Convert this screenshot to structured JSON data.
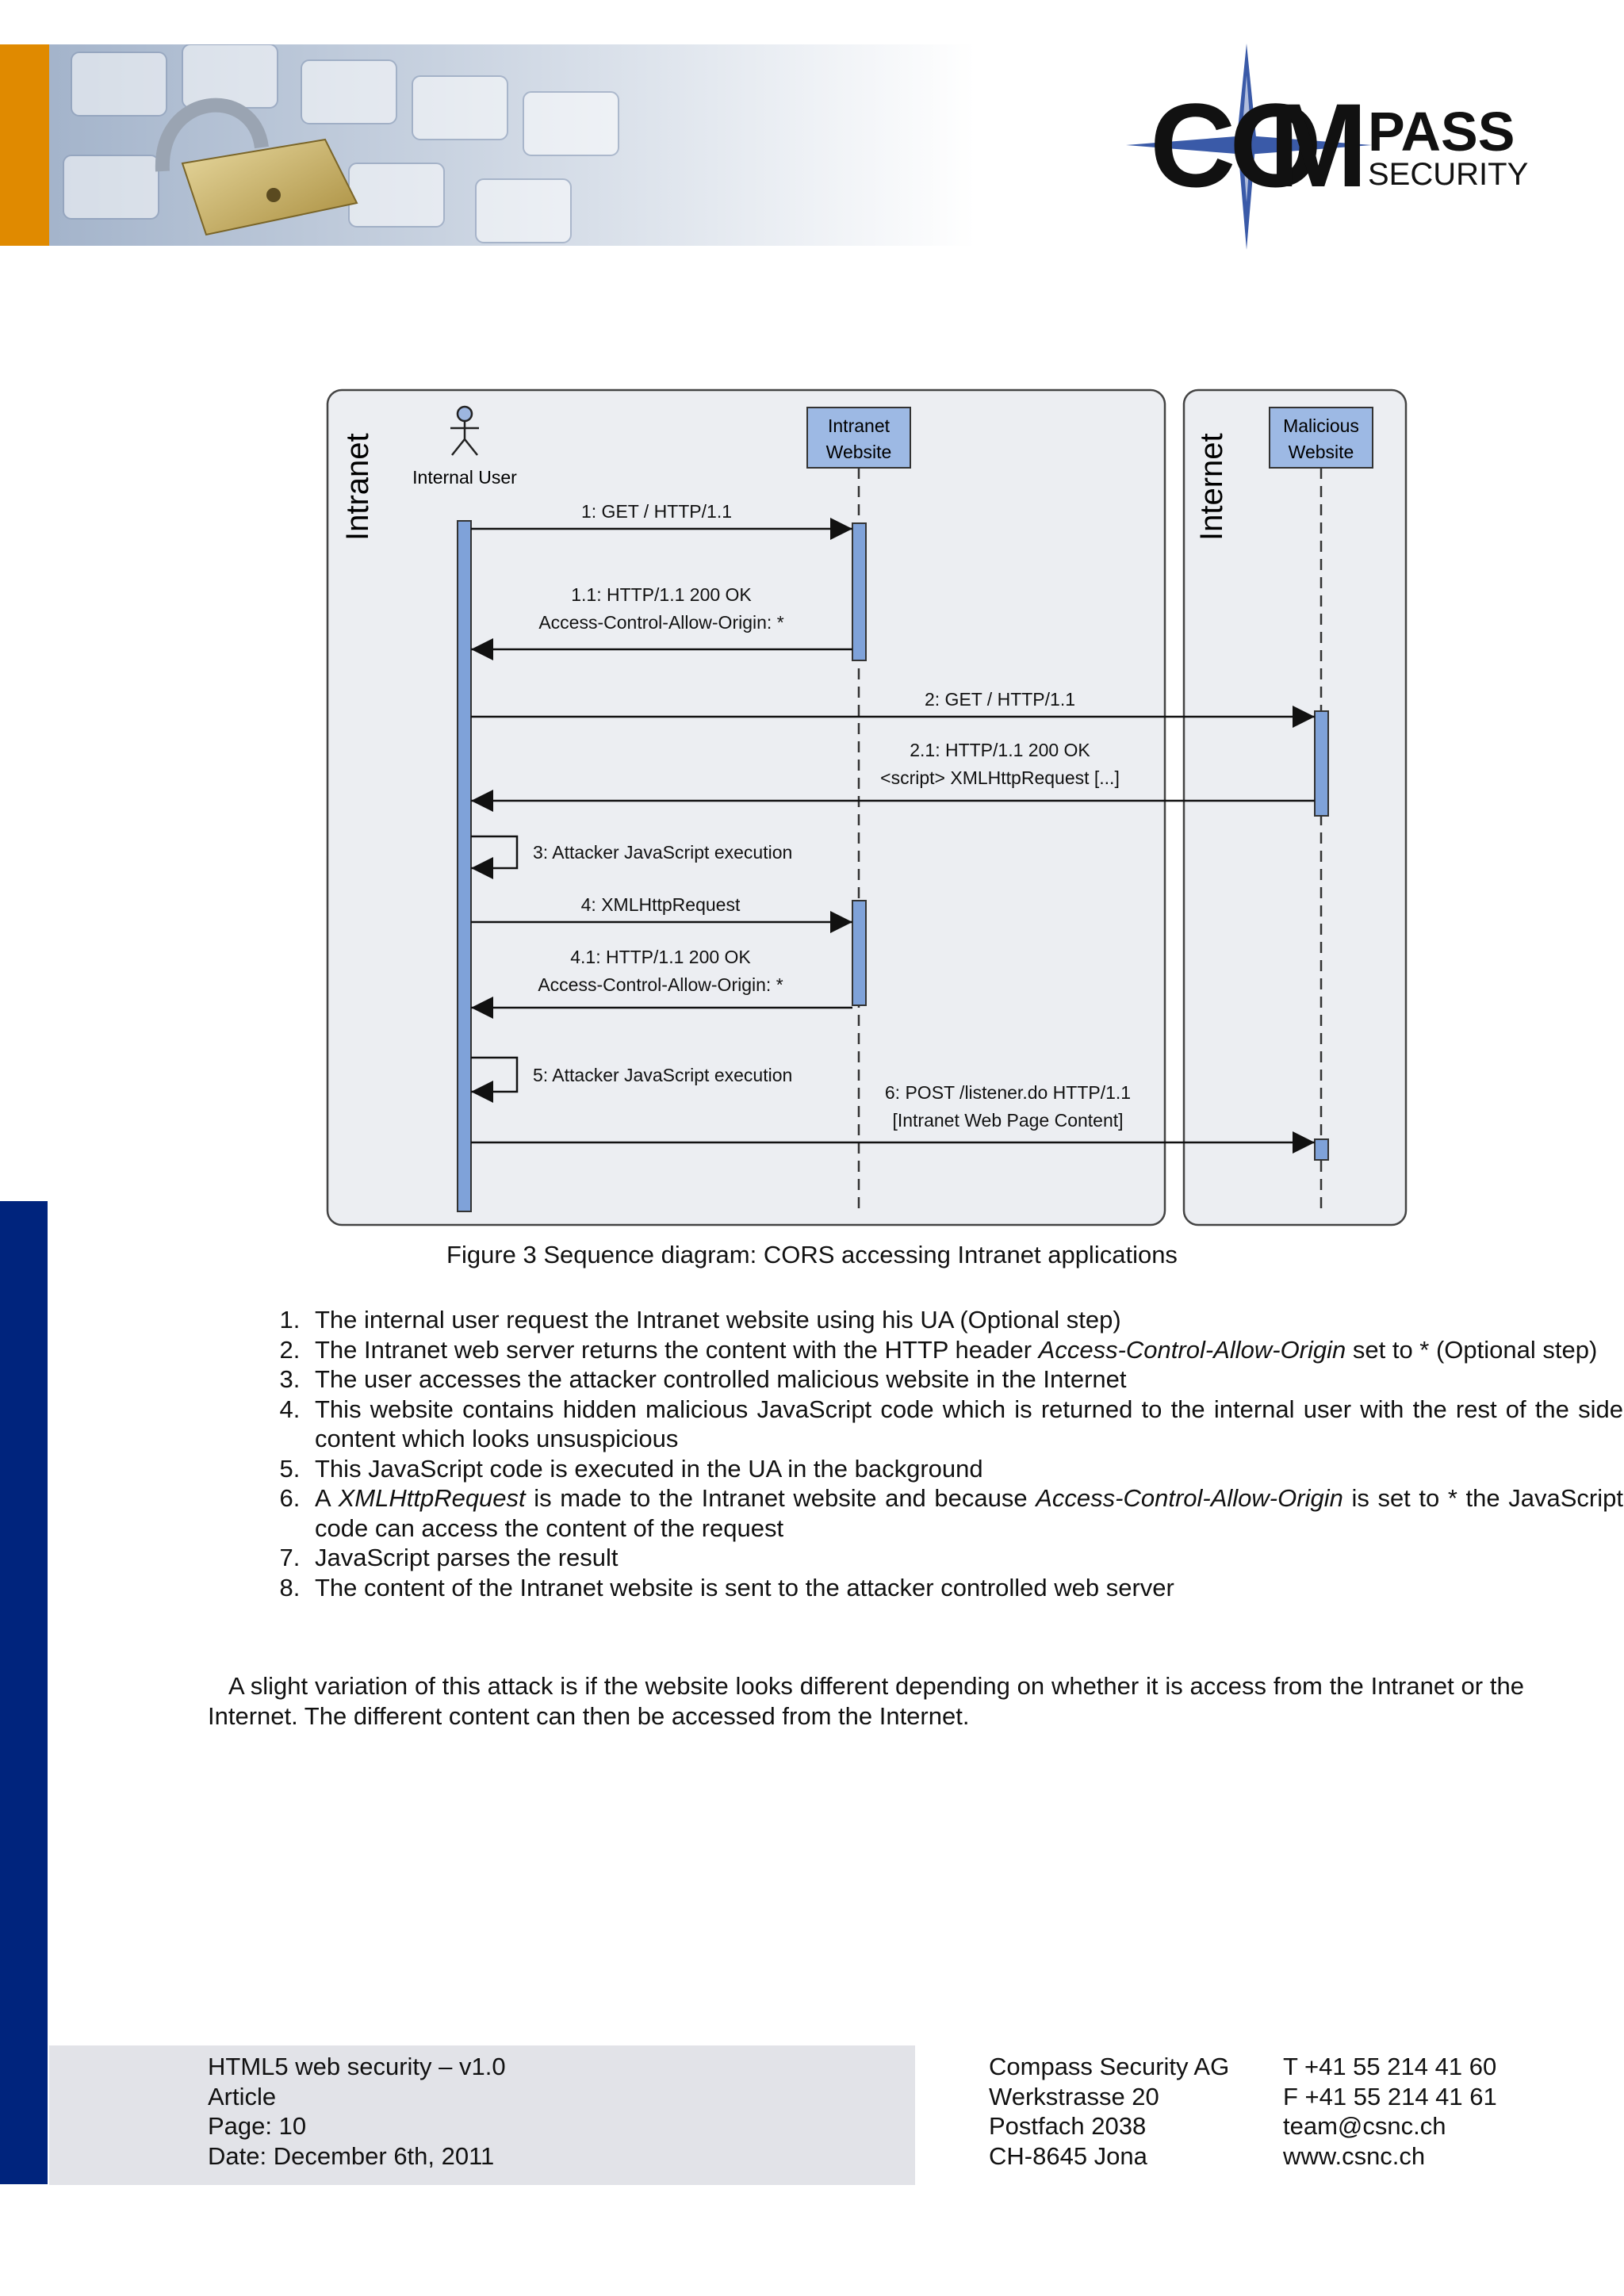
{
  "header": {
    "logo_text_main": "COMPASS",
    "logo_text_sub": "SECURITY"
  },
  "diagram": {
    "zone_intranet": "Intranet",
    "zone_internet": "Internet",
    "actor_internal_user": "Internal User",
    "box_intranet_line1": "Intranet",
    "box_intranet_line2": "Website",
    "box_malicious_line1": "Malicious",
    "box_malicious_line2": "Website",
    "msg1": "1: GET / HTTP/1.1",
    "msg1_1_line1": "1.1: HTTP/1.1 200 OK",
    "msg1_1_line2": "Access-Control-Allow-Origin: *",
    "msg2": "2: GET / HTTP/1.1",
    "msg2_1_line1": "2.1: HTTP/1.1 200 OK",
    "msg2_1_line2": "<script> XMLHttpRequest [...]",
    "msg3": "3: Attacker JavaScript execution",
    "msg4": "4: XMLHttpRequest",
    "msg4_1_line1": "4.1: HTTP/1.1 200 OK",
    "msg4_1_line2": "Access-Control-Allow-Origin: *",
    "msg5": "5: Attacker JavaScript execution",
    "msg6_line1": "6: POST /listener.do HTTP/1.1",
    "msg6_line2": "[Intranet Web Page Content]"
  },
  "caption": "Figure 3 Sequence diagram: CORS accessing Intranet applications",
  "steps": [
    [
      {
        "t": "The internal user request the Intranet website using his UA (Optional step)"
      }
    ],
    [
      {
        "t": "The Intranet web server returns the content with the HTTP header "
      },
      {
        "t": "Access-Control-Allow-Origin",
        "i": true
      },
      {
        "t": " set to * (Optional step)"
      }
    ],
    [
      {
        "t": "The user accesses the attacker controlled malicious website in the Internet"
      }
    ],
    [
      {
        "t": "This website contains hidden malicious JavaScript code which is returned to the internal user with the rest of the side content which looks unsuspicious"
      }
    ],
    [
      {
        "t": "This JavaScript code is executed in the UA in the background"
      }
    ],
    [
      {
        "t": "A "
      },
      {
        "t": "XMLHttpRequest",
        "i": true
      },
      {
        "t": " is made to the Intranet website and because "
      },
      {
        "t": "Access-Control-Allow-Origin",
        "i": true
      },
      {
        "t": " is set to * the JavaScript code can access the content of the request"
      }
    ],
    [
      {
        "t": "JavaScript parses the result"
      }
    ],
    [
      {
        "t": "The content of the Intranet website is sent to the attacker controlled web server"
      }
    ]
  ],
  "paragraph": "A slight variation of this attack is if the website looks different depending on whether it is access from the Intranet or the Internet. The different content can then be accessed from the Internet.",
  "footer": {
    "doc_title": "HTML5 web security – v1.0",
    "doc_type": "Article",
    "page": "Page: 10",
    "date": "Date: December 6th, 2011",
    "company": "Compass Security AG",
    "street": "Werkstrasse 20",
    "pobox": "Postfach 2038",
    "city": "CH-8645 Jona",
    "phone": "T +41 55 214 41 60",
    "fax": "F +41 55 214 41 61",
    "email": "team@csnc.ch",
    "web": "www.csnc.ch"
  }
}
